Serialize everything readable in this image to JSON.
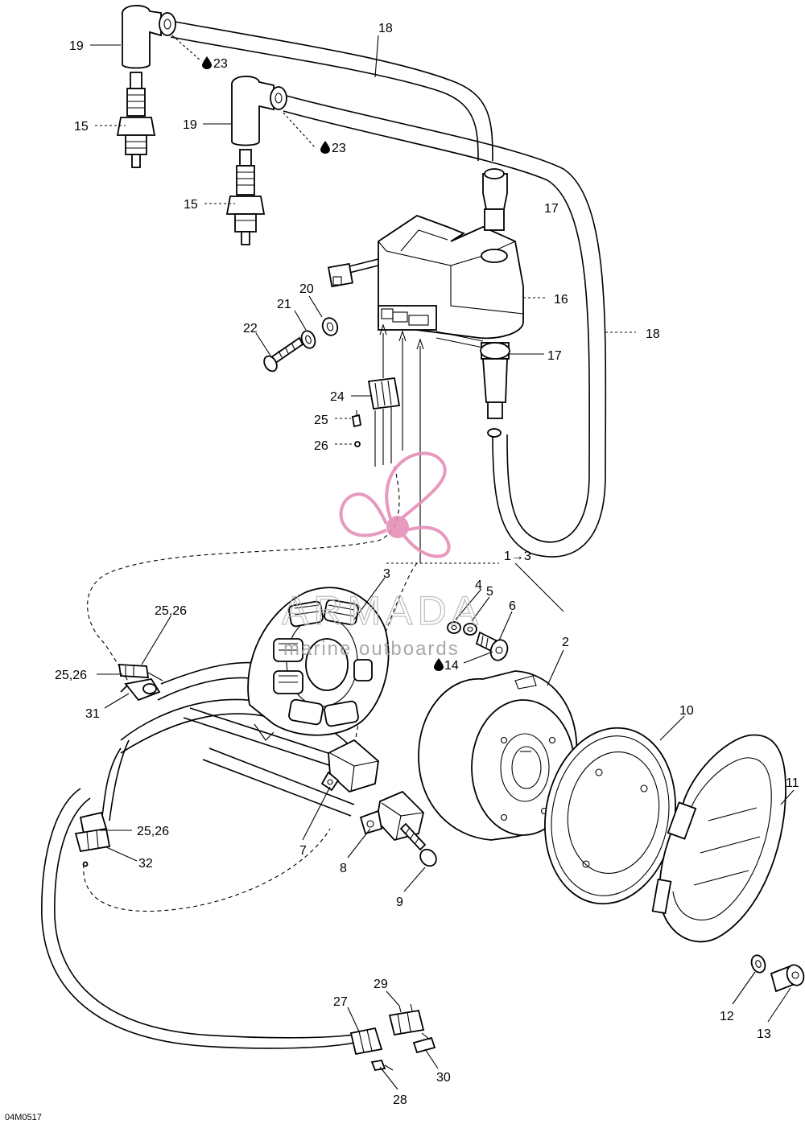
{
  "watermark": {
    "brand": "ARMADA",
    "tagline": "marine outboards"
  },
  "drawing_code": "04M0517",
  "callouts": {
    "c19a": "19",
    "c23a": "23",
    "c18a": "18",
    "c15a": "15",
    "c19b": "19",
    "c23b": "23",
    "c15b": "15",
    "c17a": "17",
    "c16": "16",
    "c18b": "18",
    "c17b": "17",
    "c20": "20",
    "c21": "21",
    "c22": "22",
    "c24": "24",
    "c25": "25",
    "c26": "26",
    "c13range": "1→3",
    "c3": "3",
    "c4": "4",
    "c5": "5",
    "c6": "6",
    "c14": "14",
    "c2": "2",
    "c2526a": "25,26",
    "c2526b": "25,26",
    "c31": "31",
    "c10": "10",
    "c11": "11",
    "c7": "7",
    "c8": "8",
    "c9": "9",
    "c2526c": "25,26",
    "c32": "32",
    "c12": "12",
    "c13": "13",
    "c29": "29",
    "c27": "27",
    "c30": "30",
    "c28": "28"
  },
  "icons": {
    "drop": "lubricant-drop-icon",
    "logo": "propeller-logo-icon"
  },
  "colors": {
    "ink": "#000000",
    "logo": "#e68fb8",
    "watermark": "#b8b8b8"
  }
}
